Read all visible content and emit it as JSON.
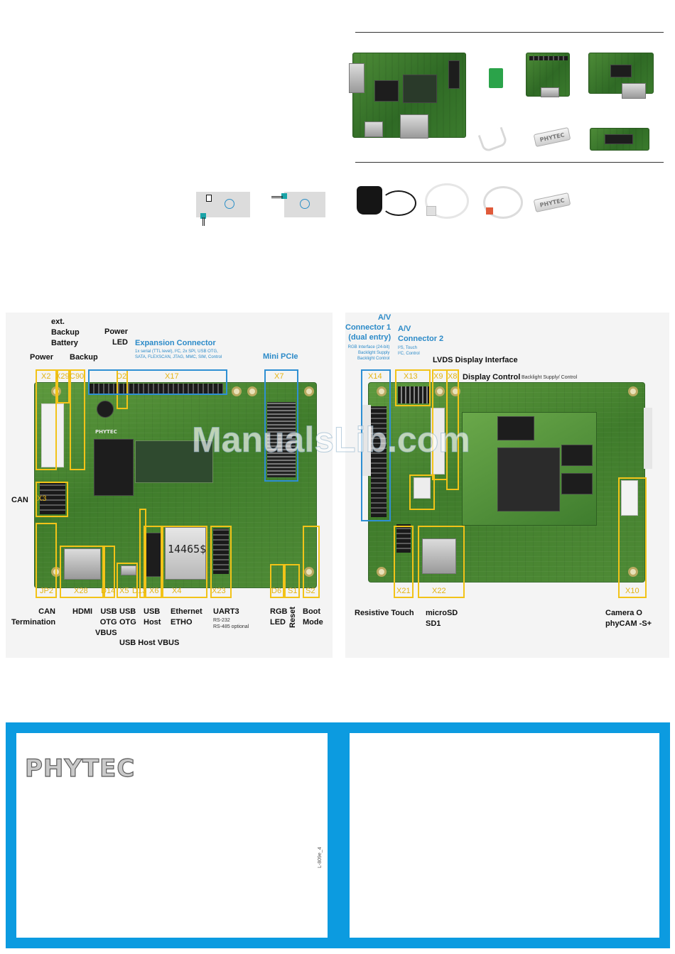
{
  "kit_photos": {
    "accessories": [
      "power-supply",
      "serial-cable",
      "ethernet-cable",
      "usb-stick"
    ],
    "stick_label": "PHYTEC"
  },
  "left_board": {
    "top_labels": {
      "ext_backup_battery": [
        "ext.",
        "Backup",
        "Battery"
      ],
      "power_led": [
        "Power",
        "LED"
      ],
      "power": "Power",
      "backup": "Backup",
      "expansion_connector": "Expansion Connector",
      "expansion_desc": [
        "1x serial (TTL level), I²C, 2x SPI, USB OTG,",
        "SATA, FLEXSCAN, JTAG, MMC, SIM, Control"
      ],
      "mini_pcie": "Mini PCIe"
    },
    "box_labels": [
      "X2",
      "X29",
      "C90",
      "D2",
      "X17",
      "X7",
      "X3",
      "JP2",
      "X28",
      "D14",
      "X5",
      "D13",
      "X6",
      "X4",
      "X23",
      "D6",
      "S1",
      "S2"
    ],
    "rj45_label": "14465$",
    "logo_chip": "PHYTEC",
    "side_label": "CAN",
    "bottom_labels": {
      "can_termination": [
        "CAN",
        "Termination"
      ],
      "hdmi": "HDMI",
      "usb_otg_vbus": [
        "USB",
        "OTG",
        "VBUS"
      ],
      "usb_otg": [
        "USB",
        "OTG"
      ],
      "usb_host": [
        "USB",
        "Host"
      ],
      "ethernet": [
        "Ethernet",
        "ETHO"
      ],
      "uart3": "UART3",
      "uart3_sub": [
        "RS-232",
        "RS-485 optional"
      ],
      "rgb_led": [
        "RGB",
        "LED"
      ],
      "reset": "Reset",
      "boot_mode": [
        "Boot",
        "Mode"
      ],
      "usb_host_vbus": "USB Host VBUS"
    }
  },
  "right_board": {
    "top_labels": {
      "av1_title": [
        "A/V",
        "Connector 1",
        "(dual entry)"
      ],
      "av1_desc": [
        "RGB Interface (24-bit)",
        "Backlight Supply",
        "Backlight  Control"
      ],
      "av2_title": [
        "A/V",
        "Connector 2"
      ],
      "av2_desc": [
        "I²S, Touch",
        "I²C, Control"
      ],
      "lvds": "LVDS Display Interface",
      "display_control": "Display Control",
      "display_control_sub": "Backlight Supply/ Control"
    },
    "box_labels": [
      "X14",
      "X13",
      "X9",
      "X8",
      "X21",
      "X22",
      "X10"
    ],
    "bottom_labels": {
      "resistive_touch": "Resistive Touch",
      "microsd": [
        "microSD",
        "SD1"
      ],
      "camera": [
        "Camera O",
        "phyCAM -S+"
      ]
    }
  },
  "watermark": "ManualsLib.com",
  "footer": {
    "logo": "PHYTEC",
    "doc_number": "L-809e_4"
  }
}
